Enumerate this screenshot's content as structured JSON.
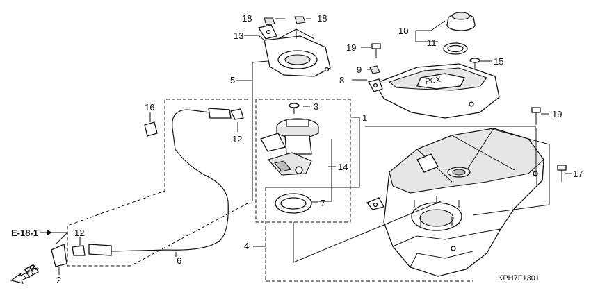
{
  "diagram": {
    "callouts": {
      "c1": "1",
      "c2": "2",
      "c3": "3",
      "c4": "4",
      "c5": "5",
      "c6": "6",
      "c7": "7",
      "c8": "8",
      "c9": "9",
      "c10": "10",
      "c11": "11",
      "c12a": "12",
      "c12b": "12",
      "c13": "13",
      "c14": "14",
      "c15": "15",
      "c16": "16",
      "c17": "17",
      "c18a": "18",
      "c18b": "18",
      "c19a": "19",
      "c19b": "19"
    },
    "reference": "E-18-1",
    "direction": "FR.",
    "drawing_code": "KPH7F1301"
  }
}
